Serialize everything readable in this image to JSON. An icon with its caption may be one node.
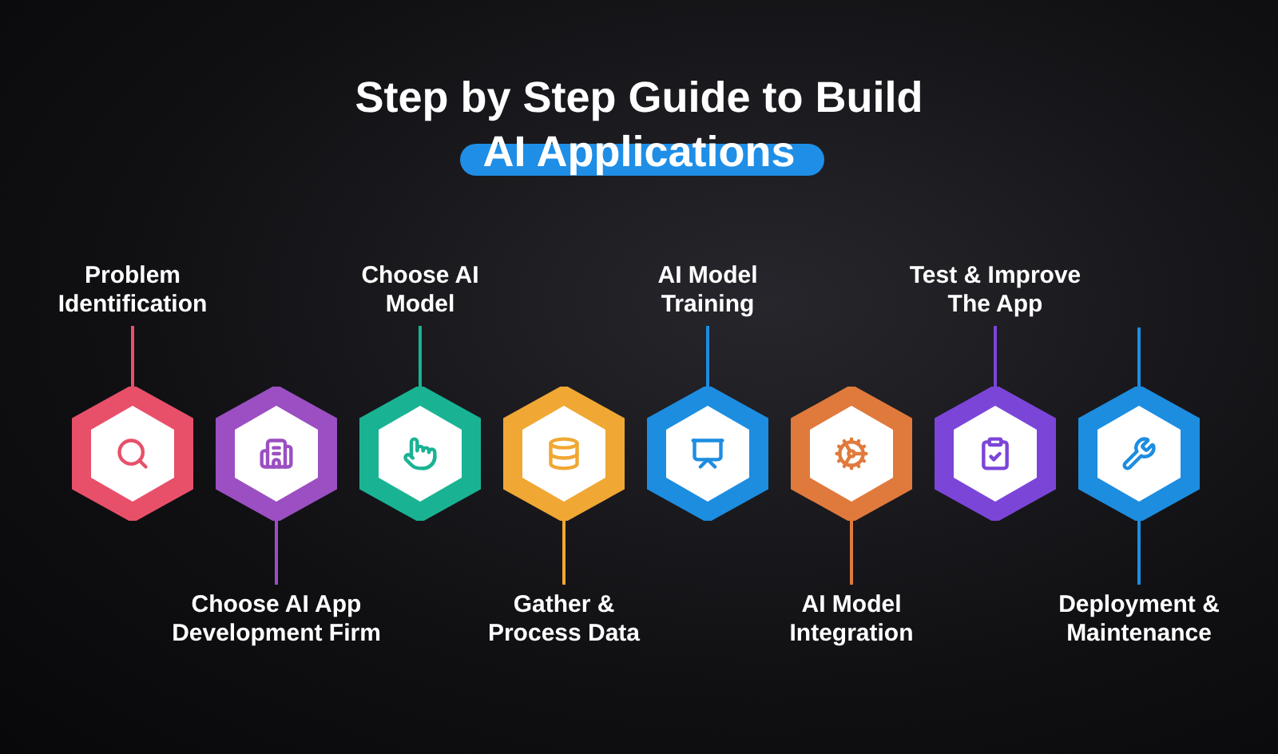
{
  "diagram": {
    "title": "Step by Step Guide to Build AI Applications",
    "nodes": [
      {
        "text": [
          "Problem Identification"
        ]
      },
      {
        "text": [],
        "shape": "hexagon"
      },
      {
        "text": [
          "Choose AI App Development Firm"
        ]
      },
      {
        "text": [],
        "shape": "hexagon"
      },
      {
        "text": [
          "Choose AI Model"
        ]
      },
      {
        "text": [],
        "shape": "hexagon"
      },
      {
        "text": [
          "Gather & Process Data"
        ]
      },
      {
        "text": [],
        "shape": "hexagon"
      },
      {
        "text": [
          "AI Model Training"
        ]
      },
      {
        "text": [],
        "shape": "hexagon"
      },
      {
        "text": [
          "AI Model Integration"
        ]
      },
      {
        "text": [],
        "shape": "hexagon"
      },
      {
        "text": [
          "Test & Improve The App"
        ]
      },
      {
        "text": [],
        "shape": "hexagon"
      },
      {
        "text": [
          "Deployment & Maintenance"
        ]
      },
      {
        "text": [],
        "shape": "hexagon"
      }
    ],
    "edges": [
      {
        "from": 0,
        "to": 1,
        "arrow": "none",
        "color": "#e8506a"
      },
      {
        "from": 2,
        "to": 3,
        "arrow": "none",
        "color": "#9b4fc2"
      },
      {
        "from": 4,
        "to": 5,
        "arrow": "none",
        "color": "#19b394"
      },
      {
        "from": 6,
        "to": 7,
        "arrow": "none",
        "color": "#f0a733"
      },
      {
        "from": 8,
        "to": 9,
        "arrow": "none",
        "color": "#1d8de0"
      },
      {
        "from": 10,
        "to": 11,
        "arrow": "none",
        "color": "#e07a3c"
      },
      {
        "from": 12,
        "to": 13,
        "arrow": "none",
        "color": "#7b45d8"
      },
      {
        "from": null,
        "to": 15,
        "arrow": "none",
        "color": "#1d8de0"
      },
      {
        "from": 14,
        "to": 15,
        "arrow": "none",
        "color": "#1d8de0"
      }
    ]
  }
}
